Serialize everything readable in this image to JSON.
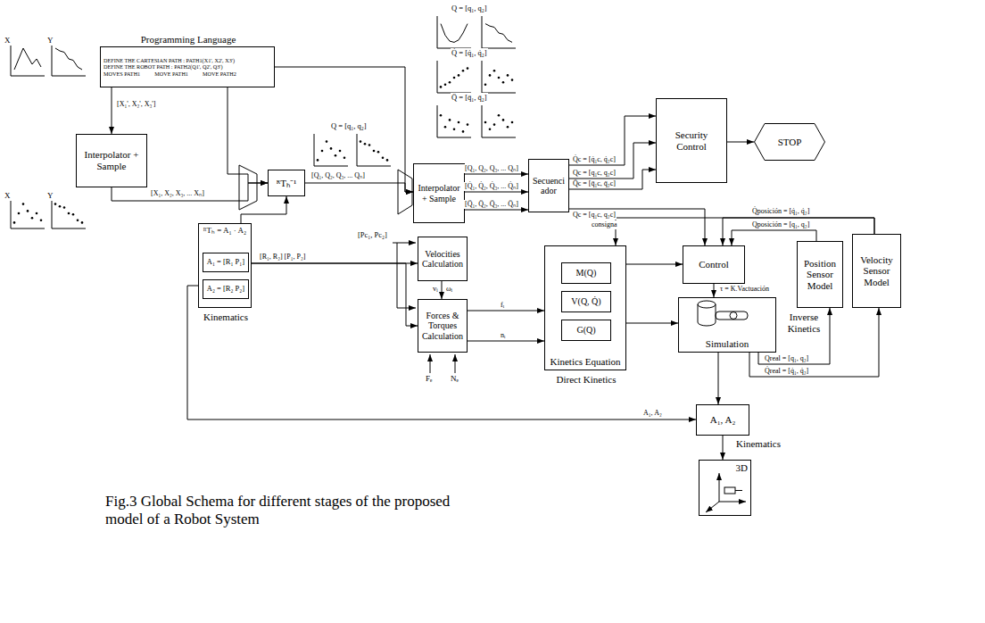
{
  "diagram": {
    "caption": "Fig.3 Global Schema for different stages of the proposed model of a Robot System",
    "nodes": [
      {
        "text": [
          "Programming Language",
          "DEFINE THE CARTESIAN PATH : PATH1(X1', X2', X3')",
          "DEFINE THE ROBOT PATH : PATH2(Q1', Q2', Q3')",
          "MOVES PATH1",
          "MOVE PATH1",
          "MOVE PATH2"
        ]
      },
      {
        "text": [
          "Interpolator + Sample"
        ]
      },
      {
        "text": [
          "ᴿTₕ⁻¹"
        ]
      },
      {
        "text": [
          "ᴿTₕ = A₁ · A₂",
          "Kinematics"
        ]
      },
      {
        "text": [
          "A₁ = [R₁ P₁]"
        ],
        "in": 3
      },
      {
        "text": [
          "A₂ = [R₂ P₂]"
        ],
        "in": 3
      },
      {
        "text": [
          "Interpolator + Sample"
        ]
      },
      {
        "text": [
          "Secuenciador"
        ]
      },
      {
        "text": [
          "Security Control"
        ]
      },
      {
        "text": [
          "STOP"
        ]
      },
      {
        "text": [
          "Velocities Calculation"
        ]
      },
      {
        "text": [
          "Forces & Torques Calculation"
        ]
      },
      {
        "text": [
          "Kinetics Equation",
          "Direct Kinetics"
        ]
      },
      {
        "text": [
          "M(Q)"
        ],
        "in": 12
      },
      {
        "text": [
          "V(Q, Q̇)"
        ],
        "in": 12
      },
      {
        "text": [
          "G(Q)"
        ],
        "in": 12
      },
      {
        "text": [
          "Control"
        ]
      },
      {
        "text": [
          "Simulation",
          "Inverse Kinetics"
        ]
      },
      {
        "text": [
          "Position Sensor Model"
        ]
      },
      {
        "text": [
          "Velocity Sensor Model"
        ]
      },
      {
        "text": [
          "A₁, A₂",
          "Kinematics"
        ]
      },
      {
        "text": [
          "3D"
        ]
      }
    ],
    "edges": [
      {
        "from": 0,
        "to": 1,
        "arrow": "to",
        "label": "[X₁', X₂', X₃']"
      },
      {
        "from": 1,
        "to": 2,
        "arrow": "to",
        "label": "[X₁, X₂, X₃, ... Xₙ]"
      },
      {
        "from": 0,
        "to": 2,
        "arrow": "to"
      },
      {
        "from": 3,
        "to": 2,
        "arrow": "to"
      },
      {
        "from": 2,
        "to": 6,
        "arrow": "to",
        "label": "[Q₁, Q₂, Q₃, ... Qₙ]"
      },
      {
        "from": 0,
        "to": 6,
        "arrow": "to"
      },
      {
        "from": 6,
        "to": 7,
        "arrow": "to",
        "label": "[Q₁, Q₂, Q₃, ... Qₙ]"
      },
      {
        "from": 6,
        "to": 7,
        "arrow": "to",
        "label": "[Q̇₁, Q̇₂, Q̇₃, ... Q̇ₙ]"
      },
      {
        "from": 6,
        "to": 7,
        "arrow": "to",
        "label": "[Q̈₁, Q̈₂, Q̈₃, ... Q̈ₙ]"
      },
      {
        "from": 7,
        "to": 8,
        "arrow": "to",
        "label": "Q̇c = [q̇₁c, q̇₂c]"
      },
      {
        "from": 7,
        "to": 8,
        "arrow": "to",
        "label": "Qc = [q₁c, q₂c]"
      },
      {
        "from": 7,
        "to": 8,
        "arrow": "to",
        "label": "Q̈c = [q̈₁c, q̈₂c]"
      },
      {
        "from": 8,
        "to": 9,
        "arrow": "to"
      },
      {
        "from": 7,
        "to": 16,
        "arrow": "to",
        "label": "Qc = [q₁c, q₂c]"
      },
      {
        "from": 3,
        "to": 10,
        "arrow": "to",
        "label": "[R₁, R₂] [P₁, P₂]"
      },
      {
        "from": 3,
        "to": 11,
        "arrow": "to"
      },
      {
        "from": 10,
        "to": 11,
        "arrow": "to"
      },
      {
        "from": 11,
        "to": 12,
        "arrow": "to",
        "label": "fᵢ"
      },
      {
        "from": 11,
        "to": 12,
        "arrow": "to",
        "label": "nᵢ"
      },
      {
        "from": 12,
        "to": 16,
        "arrow": "to"
      },
      {
        "from": 12,
        "to": 17,
        "arrow": "to"
      },
      {
        "from": 16,
        "to": 17,
        "arrow": "to",
        "label": "τ = K.Vactuación"
      },
      {
        "from": 17,
        "to": 18,
        "arrow": "to",
        "label": "Qreal = [q₁, q₂]"
      },
      {
        "from": 17,
        "to": 19,
        "arrow": "to",
        "label": "Q̇real = [q̇₁, q̇₂]"
      },
      {
        "from": 18,
        "to": 16,
        "arrow": "to",
        "label": "Qposición = [q₁, q₂]"
      },
      {
        "from": 19,
        "to": 16,
        "arrow": "to",
        "label": "Q̇posición = [q̇₁, q̇₂]"
      },
      {
        "from": 19,
        "to": 12,
        "arrow": "to"
      },
      {
        "from": 17,
        "to": 20,
        "arrow": "to"
      },
      {
        "from": 3,
        "to": 20,
        "arrow": "to",
        "label": "A₁, A₂"
      },
      {
        "from": 20,
        "to": 21,
        "arrow": "to"
      }
    ],
    "labels": [
      "X",
      "Y",
      "X",
      "Y",
      "Q = [q₁, q₂]",
      "Q = [q₁, q₂]",
      "Q̇ = [q̇₁, q̇₂]",
      "Q̈ = [q̈₁, q̈₂]",
      "[Pc₁, Pc₂]",
      "vᵢ",
      "ωᵢ",
      "Fₑ",
      "Nₑ",
      "consigna"
    ]
  }
}
